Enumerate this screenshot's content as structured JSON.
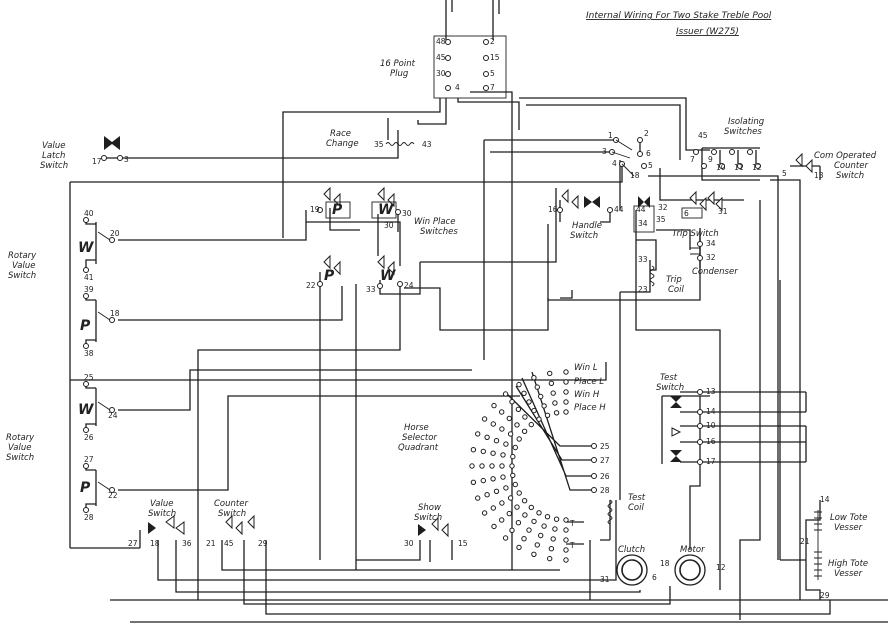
{
  "title": {
    "line1": "Internal Wiring For Two Stake Treble Pool",
    "line2": "Issuer  (W275)"
  },
  "labels": {
    "plug16": [
      "16 Point",
      "Plug"
    ],
    "race_change": [
      "Race",
      "Change"
    ],
    "value_latch": [
      "Value",
      "Latch",
      "Switch"
    ],
    "isolating": [
      "Isolating",
      "Switches"
    ],
    "com_operated": [
      "Com Operated",
      "Counter",
      "Switch"
    ],
    "win_place": [
      "Win Place",
      "Switches"
    ],
    "handle": [
      "Handle",
      "Switch"
    ],
    "trip_switch": "Trip Switch",
    "condenser": "Condenser",
    "trip_coil": [
      "Trip",
      "Coil"
    ],
    "rotary_value_1": [
      "Rotary",
      "Value",
      "Switch"
    ],
    "rotary_value_2": [
      "Rotary",
      "Value",
      "Switch"
    ],
    "test_switch": [
      "Test",
      "Switch"
    ],
    "horse_selector": [
      "Horse",
      "Selector",
      "Quadrant"
    ],
    "test_coil": [
      "Test",
      "Coil"
    ],
    "value_switch": [
      "Value",
      "Switch"
    ],
    "counter_switch": [
      "Counter",
      "Switch"
    ],
    "show_switch": [
      "Show",
      "Switch"
    ],
    "clutch": "Clutch",
    "motor": "Motor",
    "low_tote": [
      "Low Tote",
      "Vesser"
    ],
    "high_tote": [
      "High Tote",
      "Vesser"
    ],
    "quadrant_rows": [
      "Win L",
      "Place L",
      "Win H",
      "Place H"
    ],
    "letter_w": "W",
    "letter_p": "P",
    "letter_t": "T"
  },
  "terminals": {
    "plug": [
      "48",
      "45",
      "30",
      "15",
      "4",
      "5",
      "2",
      "7"
    ],
    "race": [
      "35",
      "43"
    ],
    "latch": [
      "17",
      "3"
    ],
    "center": [
      "1",
      "2",
      "3",
      "4",
      "5",
      "6",
      "18"
    ],
    "iso": [
      "45",
      "7",
      "9",
      "10",
      "11",
      "12",
      "5"
    ],
    "com": "13",
    "wp_upper": [
      "19",
      "30"
    ],
    "wp_lower": [
      "22",
      "33",
      "24"
    ],
    "rv1": [
      "40",
      "20",
      "41",
      "39",
      "18",
      "38"
    ],
    "rv2": [
      "25",
      "24",
      "26",
      "27",
      "22",
      "28"
    ],
    "handle": [
      "16",
      "44"
    ],
    "trip": [
      "44",
      "34",
      "32",
      "35",
      "6",
      "31",
      "34",
      "32"
    ],
    "coil": [
      "33",
      "23"
    ],
    "test": [
      "13",
      "14",
      "10",
      "16",
      "17"
    ],
    "quad": [
      "25",
      "27",
      "26",
      "28"
    ],
    "vs": [
      "27",
      "18",
      "36",
      "21",
      "45",
      "29",
      "30",
      "15"
    ],
    "clutch": [
      "31",
      "6",
      "18",
      "12"
    ],
    "tote": [
      "14",
      "21",
      "29"
    ]
  }
}
